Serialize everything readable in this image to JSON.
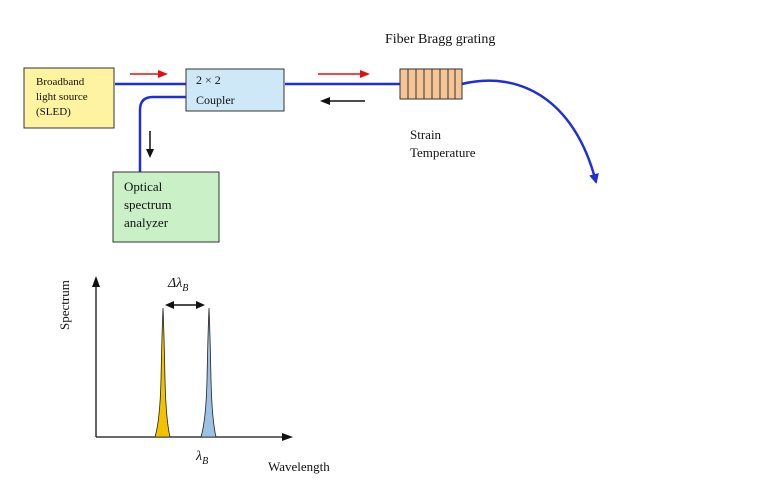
{
  "title": "Fiber Bragg grating",
  "source": {
    "lines": [
      "Broadband",
      "light source",
      "(SLED)"
    ],
    "color": "#fdf3a0"
  },
  "coupler": {
    "lines": [
      "2 × 2",
      "Coupler"
    ],
    "color": "#cfe8f7"
  },
  "analyzer": {
    "lines": [
      "Optical",
      "spectrum",
      "analyzer"
    ],
    "color": "#c9f0c7"
  },
  "grating": {
    "color": "#f7c496",
    "segments": 7
  },
  "measurands": [
    "Strain",
    "Temperature"
  ],
  "spectrum": {
    "ylabel": "Spectrum",
    "xlabel": "Wavelength",
    "shift_label_prefix": "Δλ",
    "shift_label_sub": "B",
    "peak_label_prefix": "λ",
    "peak_label_sub": "B",
    "peak1_color": "#f2c200",
    "peak2_color": "#9cc1e4"
  },
  "colors": {
    "fiber": "#1f2fd6",
    "forward_arrow": "#e01010",
    "reflected_arrow": "#111111"
  }
}
